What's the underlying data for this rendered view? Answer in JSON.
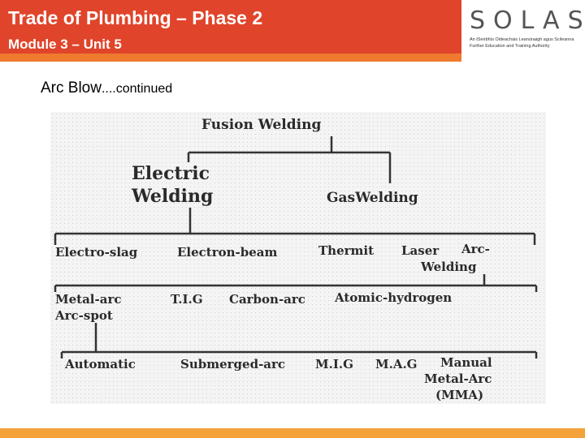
{
  "header": {
    "title": "Trade of Plumbing – Phase 2",
    "subtitle": "Module 3 – Unit 5"
  },
  "logo": {
    "wordmark": "SOLAS",
    "tagline_1": "An tSeirbhís Oideachais Leanúnaigh agus Scileanna",
    "tagline_2": "Further Education and Training Authority"
  },
  "slide": {
    "heading_main": "Arc Blow",
    "heading_suffix": "....continued"
  },
  "diagram": {
    "root": "Fusion Welding",
    "level1": {
      "electric_line1": "Electric",
      "electric_line2": "Welding",
      "gas": "GasWelding"
    },
    "level2": {
      "electro_slag": "Electro-slag",
      "electron_beam": "Electron-beam",
      "thermit": "Thermit",
      "laser": "Laser",
      "arc_line1": "Arc-",
      "arc_line2": "Welding"
    },
    "level3": {
      "metal_arc": "Metal-arc",
      "arc_spot": "Arc-spot",
      "tig": "T.I.G",
      "carbon_arc": "Carbon-arc",
      "atomic_hydrogen": "Atomic-hydrogen"
    },
    "level4": {
      "automatic": "Automatic",
      "submerged_arc": "Submerged-arc",
      "mig": "M.I.G",
      "mag": "M.A.G",
      "manual_line1": "Manual",
      "manual_line2": "Metal-Arc",
      "manual_line3": "(MMA)"
    }
  },
  "colors": {
    "header_red": "#e0452b",
    "header_orange": "#f07a2e",
    "footer_orange": "#f4a33a"
  }
}
